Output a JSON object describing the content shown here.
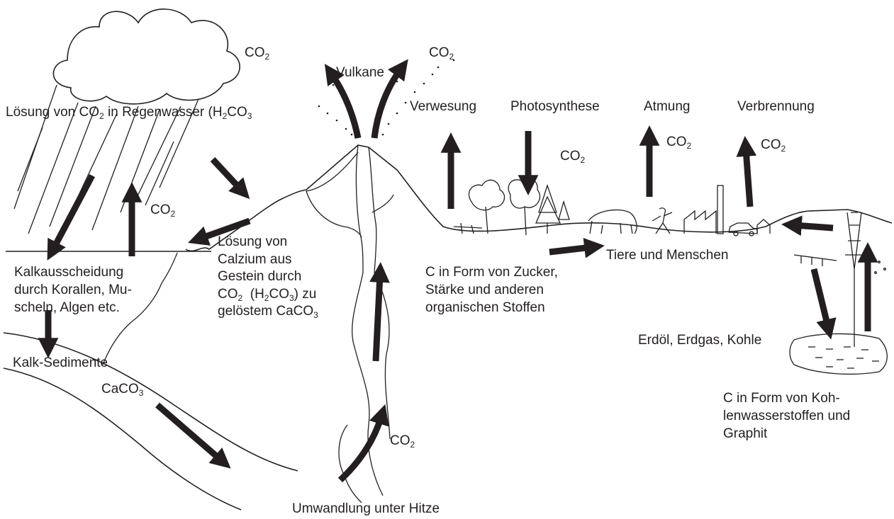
{
  "colors": {
    "ink": "#231f20",
    "arrow": "#231f20",
    "background": "#ffffff"
  },
  "labels": {
    "co2_sky": "CO₂",
    "co2_volcano": "CO₂",
    "vulkane": "Vulkane",
    "loesung_regen": "Lösung von CO₂ in Regenwasser (H₂CO₃",
    "verwesung": "Verwesung",
    "photosynthese": "Photosynthese",
    "atmung": "Atmung",
    "verbrennung": "Verbrennung",
    "co2_photosynthese": "CO₂",
    "co2_atmung": "CO₂",
    "co2_verbrennung": "CO₂",
    "co2_sea": "CO₂",
    "loesung_calzium": [
      "Lösung von",
      "Calzium aus",
      "Gestein durch",
      "CO₂ (H₂CO₃) zu",
      "gelöstem CaCO₃"
    ],
    "kalkausscheidung": [
      "Kalkausscheidung",
      "durch Korallen, Mu-",
      "scheln, Algen etc."
    ],
    "kalk_sedimente": "Kalk-Sedimente",
    "caco3": "CaCO₃",
    "co2_magma": "CO₂",
    "umwandlung": "Umwandlung unter Hitze",
    "c_zucker": [
      "C in Form von Zucker,",
      "Stärke und anderen",
      "organischen Stoffen"
    ],
    "tiere_menschen": "Tiere und Menschen",
    "erdoel": "Erdöl, Erdgas, Kohle",
    "c_kohlenwasserstoffe": [
      "C in Form von Koh-",
      "lenwasserstoffen und",
      "Graphit"
    ]
  }
}
